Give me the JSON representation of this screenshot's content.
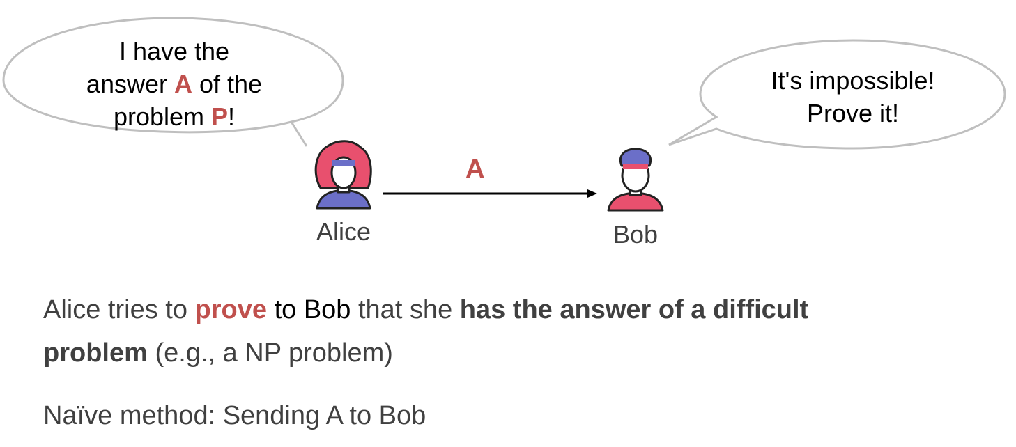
{
  "colors": {
    "accent_red": "#c0504d",
    "text_gray": "#404040",
    "bubble_stroke": "#bfbfbf",
    "avatar_pink": "#e8506e",
    "avatar_blue": "#6b6fc8"
  },
  "alice_bubble": {
    "line1": "I have the",
    "line2_pre": "answer ",
    "line2_em": "A",
    "line2_post": " of the",
    "line3_pre": "problem ",
    "line3_em": "P",
    "line3_post": "!"
  },
  "bob_bubble": {
    "line1": "It's impossible!",
    "line2": "Prove it!"
  },
  "alice": {
    "name": "Alice",
    "icon": "woman-avatar-icon"
  },
  "bob": {
    "name": "Bob",
    "icon": "man-avatar-icon"
  },
  "arrow": {
    "label": "A"
  },
  "statement": {
    "p1": "Alice tries to ",
    "p2": "prove",
    "p3": " to Bob",
    "p4": " that she ",
    "p5": "has the answer of a difficult",
    "p6": "problem",
    "p7": " (e.g., a NP problem)"
  },
  "method": {
    "text": "Naïve method: Sending A to Bob"
  }
}
